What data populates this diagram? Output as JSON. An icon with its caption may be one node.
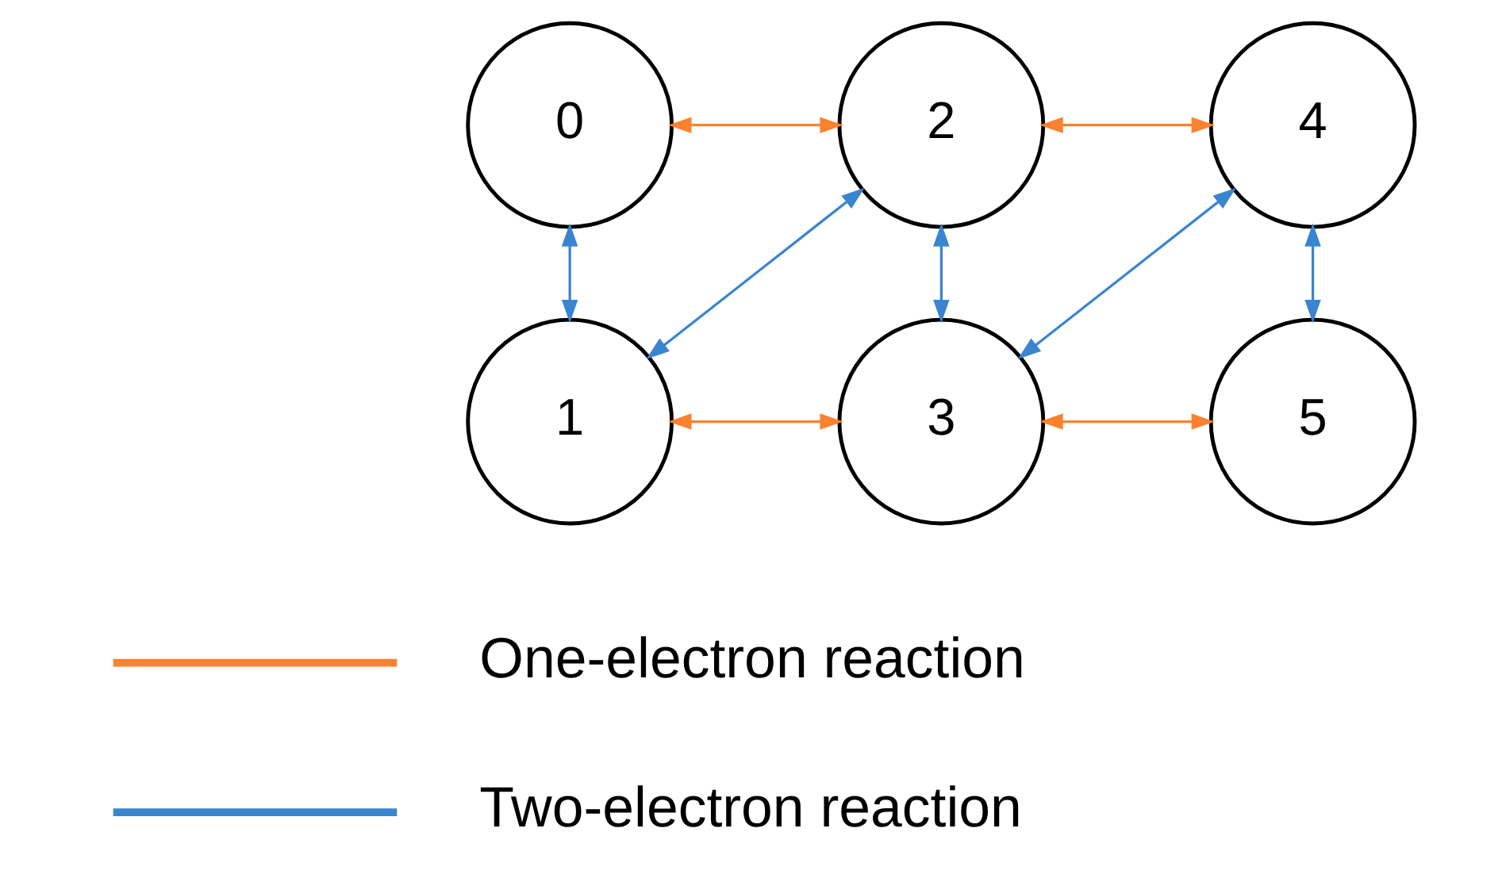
{
  "diagram": {
    "nodes": [
      {
        "text": [
          "0"
        ]
      },
      {
        "text": [
          "1"
        ]
      },
      {
        "text": [
          "2"
        ]
      },
      {
        "text": [
          "3"
        ]
      },
      {
        "text": [
          "4"
        ]
      },
      {
        "text": [
          "5"
        ]
      }
    ],
    "edges": [
      {
        "from": 0,
        "to": 2,
        "arrow": "both",
        "color": "#f98230"
      },
      {
        "from": 2,
        "to": 4,
        "arrow": "both",
        "color": "#f98230"
      },
      {
        "from": 0,
        "to": 1,
        "arrow": "both",
        "color": "#3a85d0"
      },
      {
        "from": 1,
        "to": 2,
        "arrow": "both",
        "color": "#3a85d0"
      },
      {
        "from": 2,
        "to": 3,
        "arrow": "both",
        "color": "#3a85d0"
      },
      {
        "from": 3,
        "to": 4,
        "arrow": "both",
        "color": "#3a85d0"
      },
      {
        "from": 4,
        "to": 5,
        "arrow": "both",
        "color": "#3a85d0"
      },
      {
        "from": 1,
        "to": 3,
        "arrow": "both",
        "color": "#f98230"
      },
      {
        "from": 3,
        "to": 5,
        "arrow": "both",
        "color": "#f98230"
      }
    ],
    "legend": [
      {
        "text": "One-electron reaction",
        "color": "#f98230"
      },
      {
        "text": "Two-electron reaction",
        "color": "#3a85d0"
      }
    ]
  }
}
